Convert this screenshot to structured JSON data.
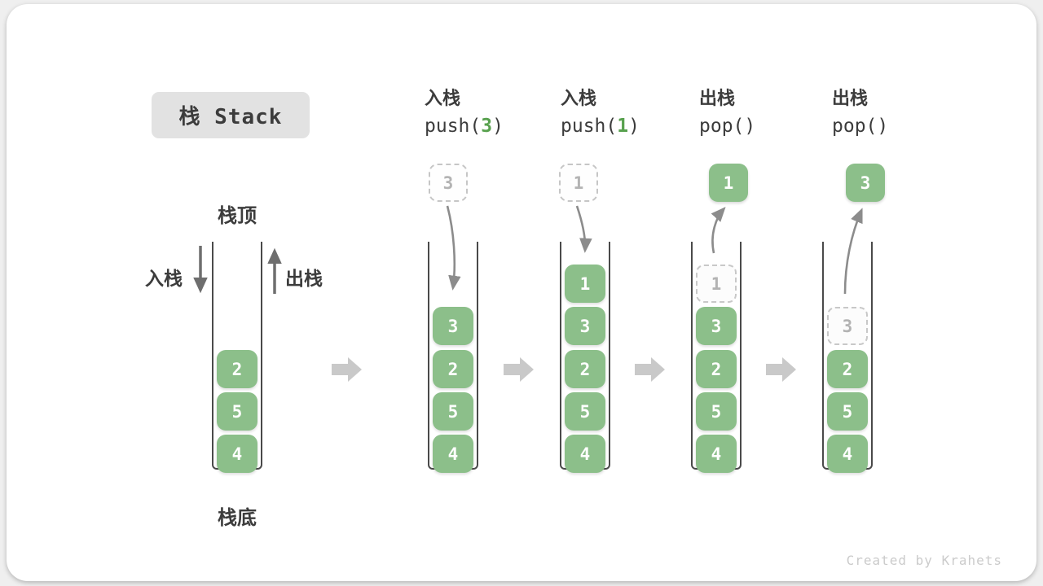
{
  "title": "栈 Stack",
  "watermark": "Created by Krahets",
  "stack1": {
    "top_label": "栈顶",
    "bottom_label": "栈底",
    "push_label": "入栈",
    "pop_label": "出栈",
    "blocks": [
      "2",
      "5",
      "4"
    ]
  },
  "steps": [
    {
      "action": "入栈",
      "code": {
        "prefix": "push(",
        "arg": "3",
        "suffix": ")"
      },
      "float_value": "3",
      "float_style": "dashed",
      "blocks": [
        "3",
        "2",
        "5",
        "4"
      ]
    },
    {
      "action": "入栈",
      "code": {
        "prefix": "push(",
        "arg": "1",
        "suffix": ")"
      },
      "float_value": "1",
      "float_style": "dashed",
      "blocks": [
        "1",
        "3",
        "2",
        "5",
        "4"
      ]
    },
    {
      "action": "出栈",
      "code": {
        "prefix": "pop(",
        "arg": "",
        "suffix": ")"
      },
      "float_value": "1",
      "float_style": "solid",
      "ghost_value": "1",
      "blocks": [
        "3",
        "2",
        "5",
        "4"
      ]
    },
    {
      "action": "出栈",
      "code": {
        "prefix": "pop(",
        "arg": "",
        "suffix": ")"
      },
      "float_value": "3",
      "float_style": "solid",
      "ghost_value": "3",
      "blocks": [
        "2",
        "5",
        "4"
      ]
    }
  ],
  "colors": {
    "block_green": "#8CBF8A",
    "code_green": "#58A14E",
    "text_dark": "#3C3C3C",
    "ghost_gray": "#B3B3B3",
    "container_gray": "#4A4A4A",
    "curved_arrow_gray": "#8C8C8C",
    "block_arrow_gray": "#C9C9C9",
    "chip_bg": "#E2E2E2",
    "watermark_gray": "#CBCBCB"
  }
}
